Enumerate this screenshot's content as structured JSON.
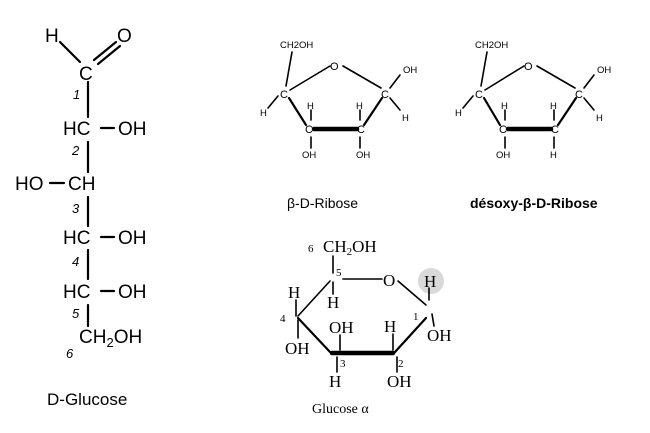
{
  "glucose_chain": {
    "carbonyl_h": "H",
    "carbonyl_o": "O",
    "c1": "C",
    "n1": "1",
    "c2_h": "HC",
    "c2_oh": "OH",
    "n2": "2",
    "c3_ho": "HO",
    "c3_ch": "CH",
    "n3": "3",
    "c4_h": "HC",
    "c4_oh": "OH",
    "n4": "4",
    "c5_h": "HC",
    "c5_oh": "OH",
    "n5": "5",
    "n6": "6",
    "c6": "CH",
    "c6_sub": "2",
    "c6_oh": "OH",
    "caption": "D-Glucose"
  },
  "ribose": {
    "ch2oh": "CH2OH",
    "ring_o": "O",
    "c_left": "C",
    "c_right": "C",
    "c_bl": "C",
    "c_br": "C",
    "h_left": "H",
    "h_right": "H",
    "oh_right": "OH",
    "h_bl": "H",
    "h_br": "H",
    "oh_bl": "OH",
    "oh_br": "OH",
    "caption": "β-D-Ribose"
  },
  "desoxyribose": {
    "ch2oh": "CH2OH",
    "ring_o": "O",
    "c_left": "C",
    "c_right": "C",
    "c_bl": "C",
    "c_br": "C",
    "h_left": "H",
    "h_right": "H",
    "oh_right": "OH",
    "h_bl": "H",
    "h_br": "H",
    "oh_bl": "OH",
    "h_br_low": "H",
    "caption": "désoxy-β-D-Ribose"
  },
  "glucose_ring": {
    "n6": "6",
    "ch2oh": "CH",
    "ch2oh_sub": "2",
    "ch2oh_oh": "OH",
    "n5": "5",
    "ring_o": "O",
    "h_c1_top": "H",
    "h_c4": "H",
    "h_c5": "H",
    "n4": "4",
    "n1": "1",
    "oh_c3": "OH",
    "h_c2": "H",
    "oh_c4": "OH",
    "oh_c1": "OH",
    "n3": "3",
    "n2": "2",
    "h_c3": "H",
    "oh_c2": "OH",
    "caption": "Glucose α"
  },
  "colors": {
    "ink": "#000000",
    "background": "#ffffff",
    "highlight": "#d9d9d9"
  }
}
